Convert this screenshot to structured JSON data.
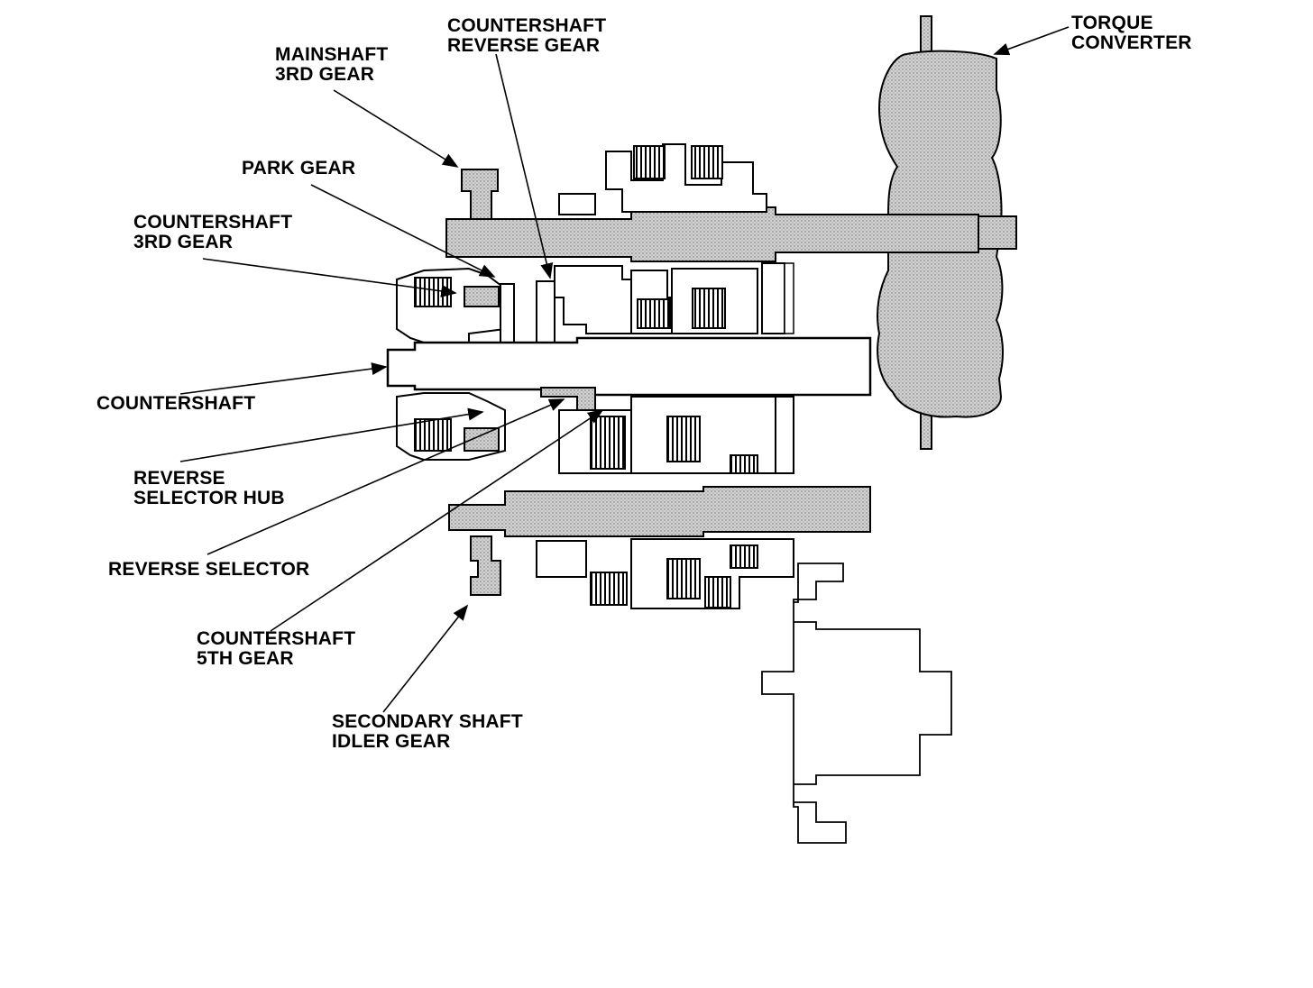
{
  "diagram": {
    "colors": {
      "ink": "#000000",
      "fill": "#c8c8c8",
      "paper": "#ffffff"
    },
    "labels": {
      "torque_converter": [
        "TORQUE",
        "CONVERTER"
      ],
      "countershaft_reverse_gear": [
        "COUNTERSHAFT",
        "REVERSE GEAR"
      ],
      "mainshaft_3rd_gear": [
        "MAINSHAFT",
        "3RD GEAR"
      ],
      "park_gear": [
        "PARK GEAR"
      ],
      "countershaft_3rd_gear": [
        "COUNTERSHAFT",
        "3RD GEAR"
      ],
      "countershaft": [
        "COUNTERSHAFT"
      ],
      "reverse_selector_hub": [
        "REVERSE",
        "SELECTOR HUB"
      ],
      "reverse_selector": [
        "REVERSE SELECTOR"
      ],
      "countershaft_5th_gear": [
        "COUNTERSHAFT",
        "5TH GEAR"
      ],
      "secondary_shaft_idler_gear": [
        "SECONDARY SHAFT",
        "IDLER GEAR"
      ]
    }
  }
}
